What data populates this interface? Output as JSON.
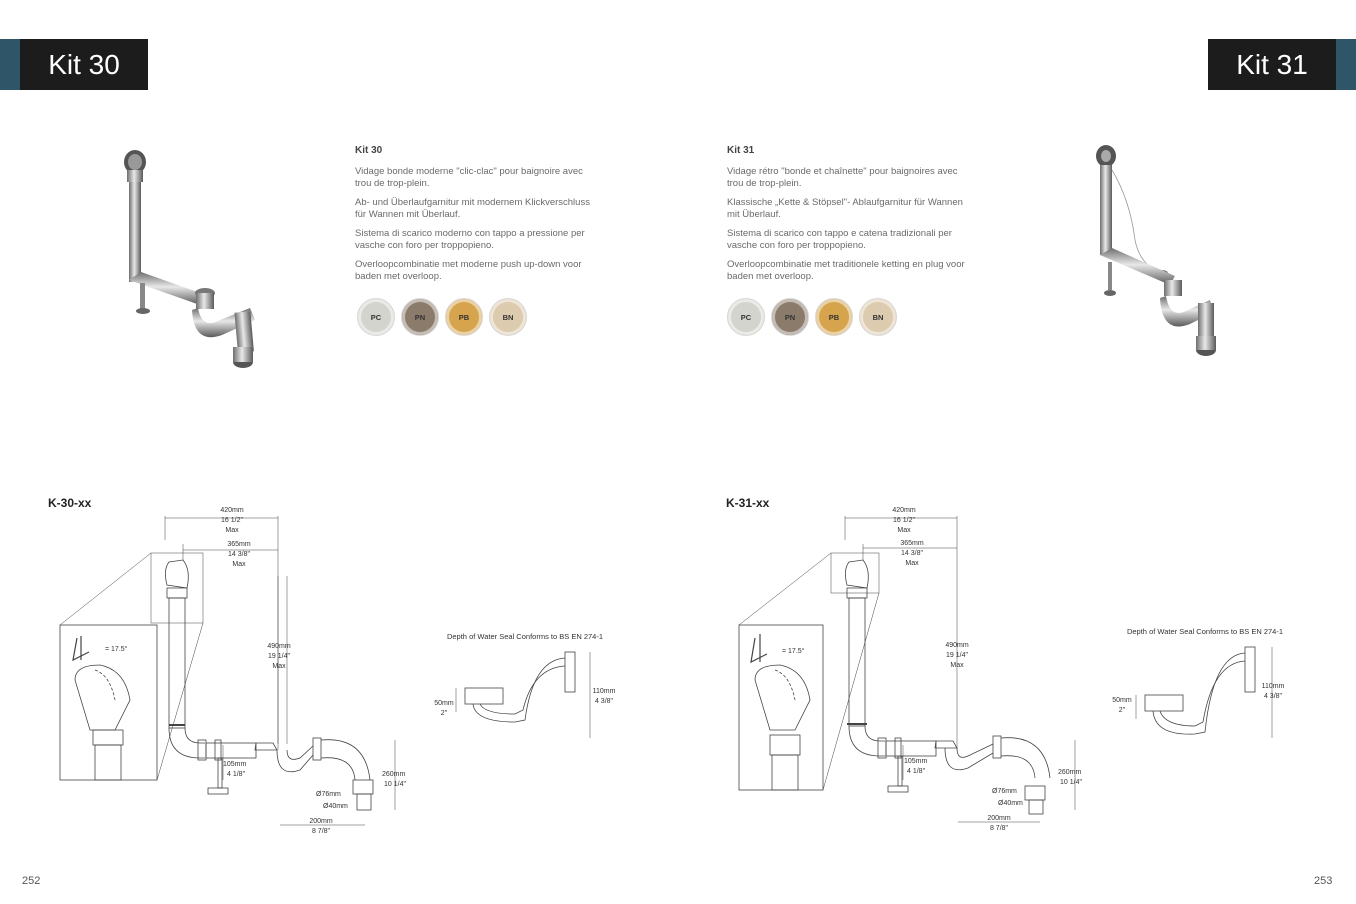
{
  "colors": {
    "accent": "#2f5569",
    "title_bg": "#1c1c1c"
  },
  "left": {
    "title": "Kit 30",
    "heading": "Kit 30",
    "descriptions": [
      "Vidage bonde moderne \"clic-clac\" pour baignoire avec trou de trop-plein.",
      "Ab- und Überlaufgarnitur mit modernem Klickverschluss für Wannen mit Überlauf.",
      "Sistema di scarico moderno con tappo a pressione per vasche con foro per troppopieno.",
      "Overloopcombinatie met moderne push up-down voor baden met overloop."
    ],
    "finishes": [
      {
        "label": "PC",
        "color": "#d4d4ce"
      },
      {
        "label": "PN",
        "color": "#8b7b6b"
      },
      {
        "label": "PB",
        "color": "#d6a44c"
      },
      {
        "label": "BN",
        "color": "#dccbae"
      }
    ],
    "code": "K-30-xx",
    "page_number": "252",
    "dims": {
      "w1a": "420mm",
      "w1b": "16 1/2\"",
      "w1c": "Max",
      "w2a": "365mm",
      "w2b": "14 3/8\"",
      "w2c": "Max",
      "h1a": "490mm",
      "h1b": "19 1/4\"",
      "h1c": "Max",
      "angle": "= 17.5°",
      "h2a": "105mm",
      "h2b": "4 1/8\"",
      "h3a": "260mm",
      "h3b": "10 1/4\"",
      "d1": "Ø76mm",
      "d2": "Ø40mm",
      "w3a": "200mm",
      "w3b": "8 7/8\""
    },
    "water_seal": {
      "title": "Depth of Water Seal Conforms to BS EN 274-1",
      "a1": "50mm",
      "a2": "2\"",
      "b1": "110mm",
      "b2": "4 3/8\""
    }
  },
  "right": {
    "title": "Kit 31",
    "heading": "Kit 31",
    "descriptions": [
      "Vidage rétro \"bonde et chaînette\" pour baignoires avec trou de trop-plein.",
      "Klassische „Kette & Stöpsel\"- Ablaufgarnitur für Wannen mit Überlauf.",
      "Sistema di scarico con tappo e catena tradizionali per vasche con foro per troppopieno.",
      "Overloopcombinatie met traditionele ketting en plug voor baden met overloop."
    ],
    "finishes": [
      {
        "label": "PC",
        "color": "#d4d4ce"
      },
      {
        "label": "PN",
        "color": "#8b7b6b"
      },
      {
        "label": "PB",
        "color": "#d6a44c"
      },
      {
        "label": "BN",
        "color": "#dccbae"
      }
    ],
    "code": "K-31-xx",
    "page_number": "253",
    "dims": {
      "w1a": "420mm",
      "w1b": "16 1/2\"",
      "w1c": "Max",
      "w2a": "365mm",
      "w2b": "14 3/8\"",
      "w2c": "Max",
      "h1a": "490mm",
      "h1b": "19 1/4\"",
      "h1c": "Max",
      "angle": "= 17.5°",
      "h2a": "105mm",
      "h2b": "4 1/8\"",
      "h3a": "260mm",
      "h3b": "10 1/4\"",
      "d1": "Ø76mm",
      "d2": "Ø40mm",
      "w3a": "200mm",
      "w3b": "8 7/8\""
    },
    "water_seal": {
      "title": "Depth of Water Seal Conforms to BS EN 274-1",
      "a1": "50mm",
      "a2": "2\"",
      "b1": "110mm",
      "b2": "4 3/8\""
    }
  }
}
